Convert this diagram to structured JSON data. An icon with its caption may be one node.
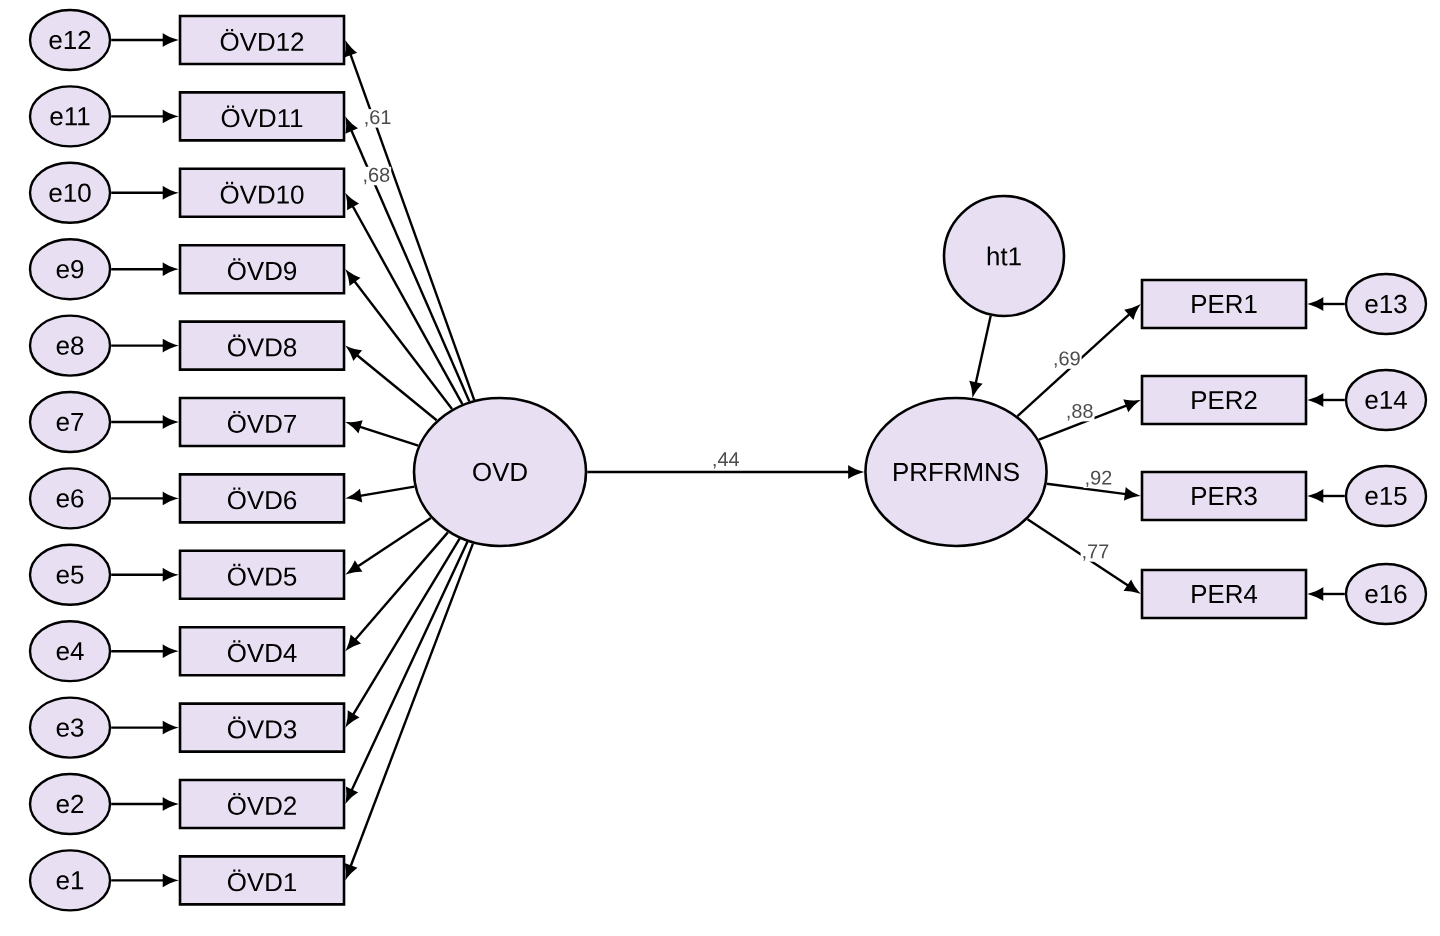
{
  "diagram": {
    "nodes": [
      {
        "text": [
          "e12"
        ]
      },
      {
        "text": [
          "e11"
        ]
      },
      {
        "text": [
          "e10"
        ]
      },
      {
        "text": [
          "e9"
        ]
      },
      {
        "text": [
          "e8"
        ]
      },
      {
        "text": [
          "e7"
        ]
      },
      {
        "text": [
          "e6"
        ]
      },
      {
        "text": [
          "e5"
        ]
      },
      {
        "text": [
          "e4"
        ]
      },
      {
        "text": [
          "e3"
        ]
      },
      {
        "text": [
          "e2"
        ]
      },
      {
        "text": [
          "e1"
        ]
      },
      {
        "text": [
          "ÖVD12"
        ]
      },
      {
        "text": [
          "ÖVD11"
        ]
      },
      {
        "text": [
          "ÖVD10"
        ]
      },
      {
        "text": [
          "ÖVD9"
        ]
      },
      {
        "text": [
          "ÖVD8"
        ]
      },
      {
        "text": [
          "ÖVD7"
        ]
      },
      {
        "text": [
          "ÖVD6"
        ]
      },
      {
        "text": [
          "ÖVD5"
        ]
      },
      {
        "text": [
          "ÖVD4"
        ]
      },
      {
        "text": [
          "ÖVD3"
        ]
      },
      {
        "text": [
          "ÖVD2"
        ]
      },
      {
        "text": [
          "ÖVD1"
        ]
      },
      {
        "text": [
          "OVD"
        ]
      },
      {
        "text": [
          "ht1"
        ]
      },
      {
        "text": [
          "PRFRMNS"
        ]
      },
      {
        "text": [
          "PER1"
        ]
      },
      {
        "text": [
          "PER2"
        ]
      },
      {
        "text": [
          "PER3"
        ]
      },
      {
        "text": [
          "PER4"
        ]
      },
      {
        "text": [
          "e13"
        ]
      },
      {
        "text": [
          "e14"
        ]
      },
      {
        "text": [
          "e15"
        ]
      },
      {
        "text": [
          "e16"
        ]
      }
    ],
    "edges": [
      {
        "from": 0,
        "to": 12,
        "arrow": "to"
      },
      {
        "from": 1,
        "to": 13,
        "arrow": "to"
      },
      {
        "from": 2,
        "to": 14,
        "arrow": "to"
      },
      {
        "from": 3,
        "to": 15,
        "arrow": "to"
      },
      {
        "from": 4,
        "to": 16,
        "arrow": "to"
      },
      {
        "from": 5,
        "to": 17,
        "arrow": "to"
      },
      {
        "from": 6,
        "to": 18,
        "arrow": "to"
      },
      {
        "from": 7,
        "to": 19,
        "arrow": "to"
      },
      {
        "from": 8,
        "to": 20,
        "arrow": "to"
      },
      {
        "from": 9,
        "to": 21,
        "arrow": "to"
      },
      {
        "from": 10,
        "to": 22,
        "arrow": "to"
      },
      {
        "from": 11,
        "to": 23,
        "arrow": "to"
      },
      {
        "from": 24,
        "to": 12,
        "arrow": "to",
        "label": ",61"
      },
      {
        "from": 24,
        "to": 13,
        "arrow": "to",
        "label": ",68"
      },
      {
        "from": 24,
        "to": 14,
        "arrow": "to"
      },
      {
        "from": 24,
        "to": 15,
        "arrow": "to"
      },
      {
        "from": 24,
        "to": 16,
        "arrow": "to"
      },
      {
        "from": 24,
        "to": 17,
        "arrow": "to"
      },
      {
        "from": 24,
        "to": 18,
        "arrow": "to"
      },
      {
        "from": 24,
        "to": 19,
        "arrow": "to"
      },
      {
        "from": 24,
        "to": 20,
        "arrow": "to"
      },
      {
        "from": 24,
        "to": 21,
        "arrow": "to"
      },
      {
        "from": 24,
        "to": 22,
        "arrow": "to"
      },
      {
        "from": 24,
        "to": 23,
        "arrow": "to"
      },
      {
        "from": 24,
        "to": 26,
        "arrow": "to",
        "label": ",44"
      },
      {
        "from": 25,
        "to": 26,
        "arrow": "to"
      },
      {
        "from": 26,
        "to": 27,
        "arrow": "to",
        "label": ",69"
      },
      {
        "from": 26,
        "to": 28,
        "arrow": "to",
        "label": ",88"
      },
      {
        "from": 26,
        "to": 29,
        "arrow": "to",
        "label": ",92"
      },
      {
        "from": 26,
        "to": 30,
        "arrow": "to",
        "label": ",77"
      },
      {
        "from": 31,
        "to": 27,
        "arrow": "to"
      },
      {
        "from": 32,
        "to": 28,
        "arrow": "to"
      },
      {
        "from": 33,
        "to": 29,
        "arrow": "to"
      },
      {
        "from": 34,
        "to": 30,
        "arrow": "to"
      }
    ]
  }
}
